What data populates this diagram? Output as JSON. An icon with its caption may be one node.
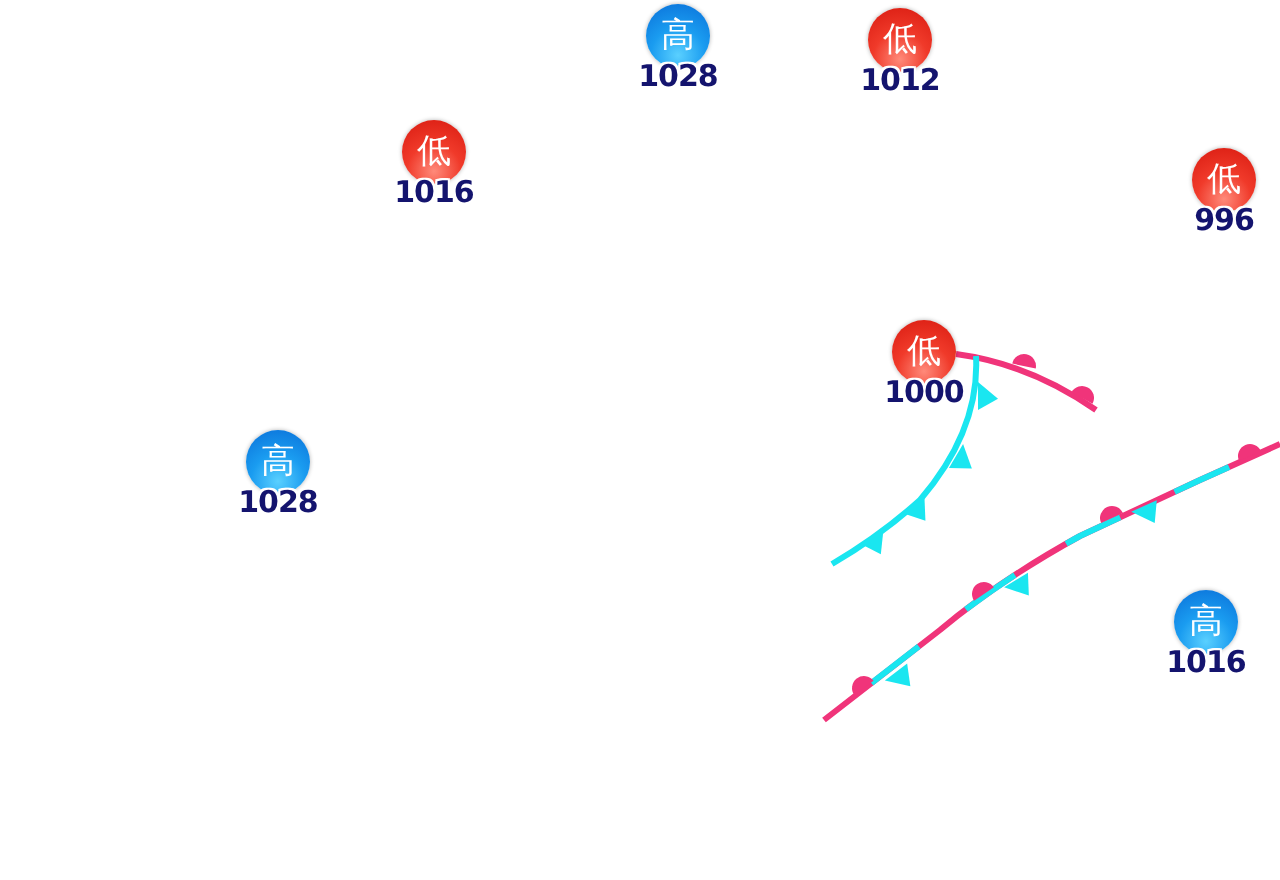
{
  "diagram": {
    "nodes": [
      {
        "text": [
          "高"
        ],
        "beside": [
          "1028"
        ]
      },
      {
        "text": [
          "低"
        ],
        "beside": [
          "1012"
        ]
      },
      {
        "text": [
          "低"
        ],
        "beside": [
          "1016"
        ]
      },
      {
        "text": [
          "低"
        ],
        "beside": [
          "996"
        ]
      },
      {
        "text": [
          "低"
        ],
        "beside": [
          "1000"
        ]
      },
      {
        "text": [
          "高"
        ],
        "beside": [
          "1028"
        ]
      },
      {
        "text": [
          "高"
        ],
        "beside": [
          "1016"
        ]
      }
    ]
  }
}
